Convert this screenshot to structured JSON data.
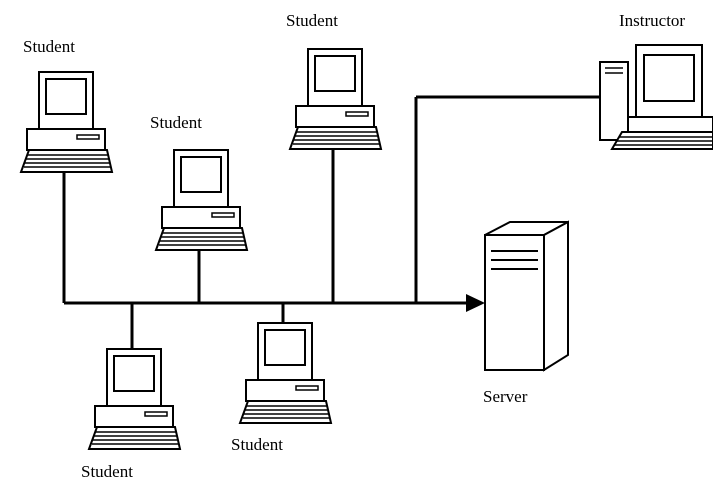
{
  "nodes": {
    "student_top_left": {
      "label": "Student",
      "icon": "desktop-computer-icon"
    },
    "student_mid_left": {
      "label": "Student",
      "icon": "desktop-computer-icon"
    },
    "student_top_center": {
      "label": "Student",
      "icon": "desktop-computer-icon"
    },
    "instructor": {
      "label": "Instructor",
      "icon": "tower-computer-icon"
    },
    "server": {
      "label": "Server",
      "icon": "server-tower-icon"
    },
    "student_bottom_left": {
      "label": "Student",
      "icon": "desktop-computer-icon"
    },
    "student_bottom_center": {
      "label": "Student",
      "icon": "desktop-computer-icon"
    }
  },
  "colors": {
    "line": "#000000",
    "fill": "#ffffff"
  }
}
